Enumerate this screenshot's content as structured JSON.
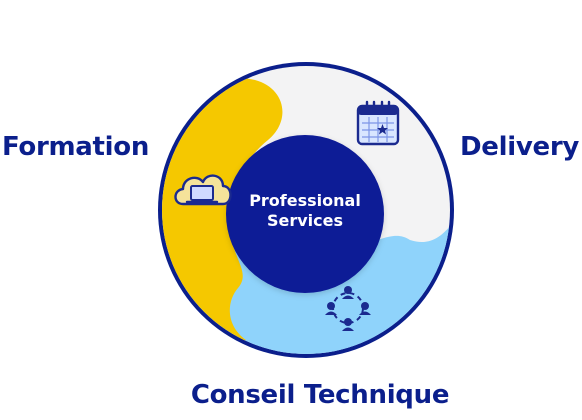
{
  "labels": {
    "formation": "Formation",
    "delivery": "Delivery",
    "conseil": "Conseil Technique"
  },
  "center": {
    "line1": "Professional",
    "line2": "Services"
  },
  "colors": {
    "navy": "#0b1f8c",
    "yellow": "#f5c800",
    "light_blue": "#8fd3fb",
    "light_gray": "#f3f3f4",
    "center": "#0d1a96"
  },
  "icons": {
    "formation": "cloud-laptop-icon",
    "delivery": "calendar-icon",
    "conseil": "team-network-icon"
  }
}
